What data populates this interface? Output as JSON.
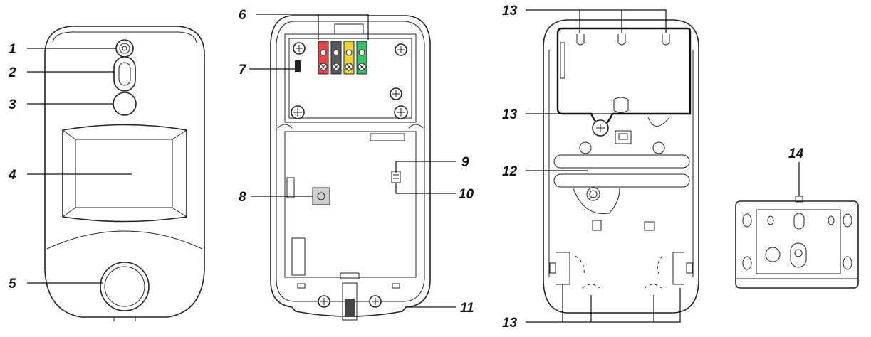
{
  "callouts": {
    "c1": "1",
    "c2": "2",
    "c3": "3",
    "c4": "4",
    "c5": "5",
    "c6": "6",
    "c7": "7",
    "c8": "8",
    "c9": "9",
    "c10": "10",
    "c11": "11",
    "c12": "12",
    "c13a": "13",
    "c13b": "13",
    "c13c": "13",
    "c14": "14"
  },
  "terminal_colors": [
    "#e04848",
    "#5a5a5a",
    "#e8d43a",
    "#3dbf6a"
  ]
}
